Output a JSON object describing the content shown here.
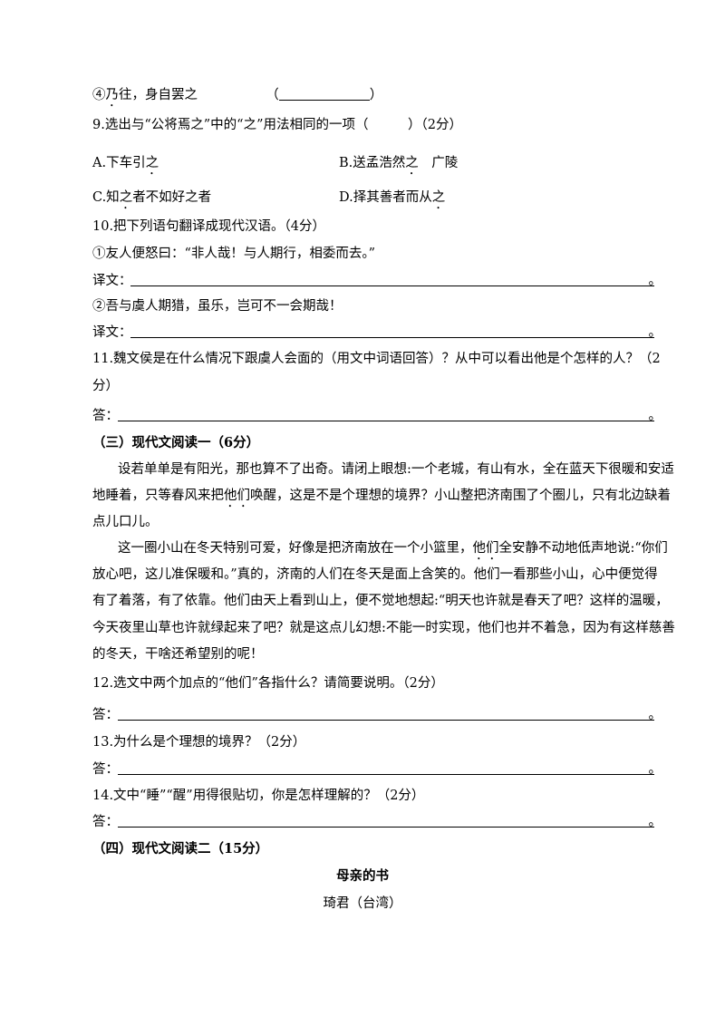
{
  "q8": {
    "item4_pre": "④",
    "item4_dot": "乃",
    "item4_post": "往，身自罢之",
    "paren_open": "（",
    "paren_close": "）"
  },
  "q9": {
    "stem": "9.选出与“公将焉之”中的“之”用法相同的一项（　　　）（2分）",
    "optA_pre": "A.下车引",
    "optA_dot": "之",
    "optB_pre": "B.送孟浩然",
    "optB_dot": "之",
    "optB_post": "　广陵",
    "optC_pre": "C.知",
    "optC_dot": "之",
    "optC_post": "者不如好之者",
    "optD_pre": "D.择其善者而从",
    "optD_dot": "之"
  },
  "q10": {
    "stem": "10.把下列语句翻译成现代汉语。（4分）",
    "s1": "①友人便怒曰：“非人哉！与人期行，相委而去。”",
    "s2": "②吾与虞人期猎，虽乐，岂可不一会期哉！",
    "answer_label": "译文：",
    "end_mark": "。"
  },
  "q11": {
    "stem_line1": "11.魏文侯是在什么情况下跟虞人会面的（用文中词语回答）？从中可以看出他是个怎样的人？（2",
    "stem_line2": "分）",
    "answer_label": "答：",
    "end_mark": "。"
  },
  "section3": {
    "title": "（三）现代文阅读一（6分）",
    "p1_l1": "设若单单是有阳光，那也算不了出奇。请闭上眼想:一个老城，有山有水，全在蓝天下很暖和安适",
    "p1_l2_pre": "地睡着，只等春风来把",
    "p1_l2_dot": "他们",
    "p1_l2_post": "唤醒，这是不是个理想的境界？小山整把济南围了个圈儿，只有北边缺着",
    "p1_l3": "点儿口儿。",
    "p2_l1_pre": "这一圈小山在冬天特别可爱，好像是把济南放在一个小篮里，",
    "p2_l1_dot": "他们",
    "p2_l1_post": "全安静不动地低声地说:“你们",
    "p2_l2": "放心吧，这儿准保暖和。”真的，济南的人们在冬天是面上含笑的。他们一看那些小山，心中便觉得",
    "p2_l3": "有了着落，有了依靠。他们由天上看到山上，便不觉地想起:“明天也许就是春天了吧？这样的温暖，",
    "p2_l4": "今天夜里山草也许就绿起来了吧？就是这点儿幻想:不能一时实现，他们也并不着急，因为有这样慈善",
    "p2_l5": "的冬天，干啥还希望别的呢！"
  },
  "q12": {
    "stem": "12.选文中两个加点的“他们”各指什么？请简要说明。（2分）",
    "answer_label": "答：",
    "end_mark": "。"
  },
  "q13": {
    "stem": "13.为什么是个理想的境界？（2分）",
    "answer_label": "答：",
    "end_mark": "。"
  },
  "q14": {
    "stem": "14.文中“睡”“醒”用得很贴切，你是怎样理解的？（2分）",
    "answer_label": "答：",
    "end_mark": "。"
  },
  "section4": {
    "title": "（四）现代文阅读二（15分）",
    "article_title": "母亲的书",
    "author": "琦君（台湾）"
  }
}
